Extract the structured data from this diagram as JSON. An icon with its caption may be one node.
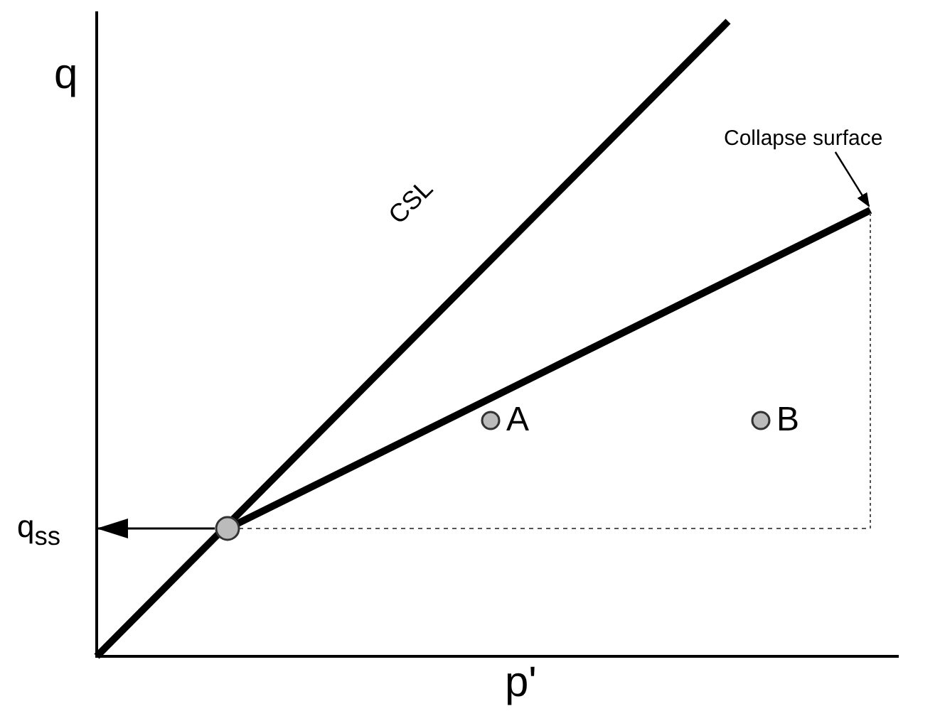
{
  "diagram": {
    "nodes": [
      {
        "text": [
          "Collapse surface"
        ]
      },
      {
        "text": [],
        "shape": "circle"
      },
      {
        "text": [
          "q$_{ss}$"
        ]
      },
      {
        "text": [],
        "shape": "circle",
        "beside": [
          "A"
        ]
      },
      {
        "text": [],
        "shape": "circle",
        "beside": [
          "B"
        ]
      }
    ],
    "edges": [
      {
        "from": 0,
        "to": null,
        "arrow": "to"
      },
      {
        "from": 1,
        "to": 2,
        "arrow": "to"
      }
    ],
    "labels": [
      "q",
      "CSL",
      "p'"
    ]
  }
}
